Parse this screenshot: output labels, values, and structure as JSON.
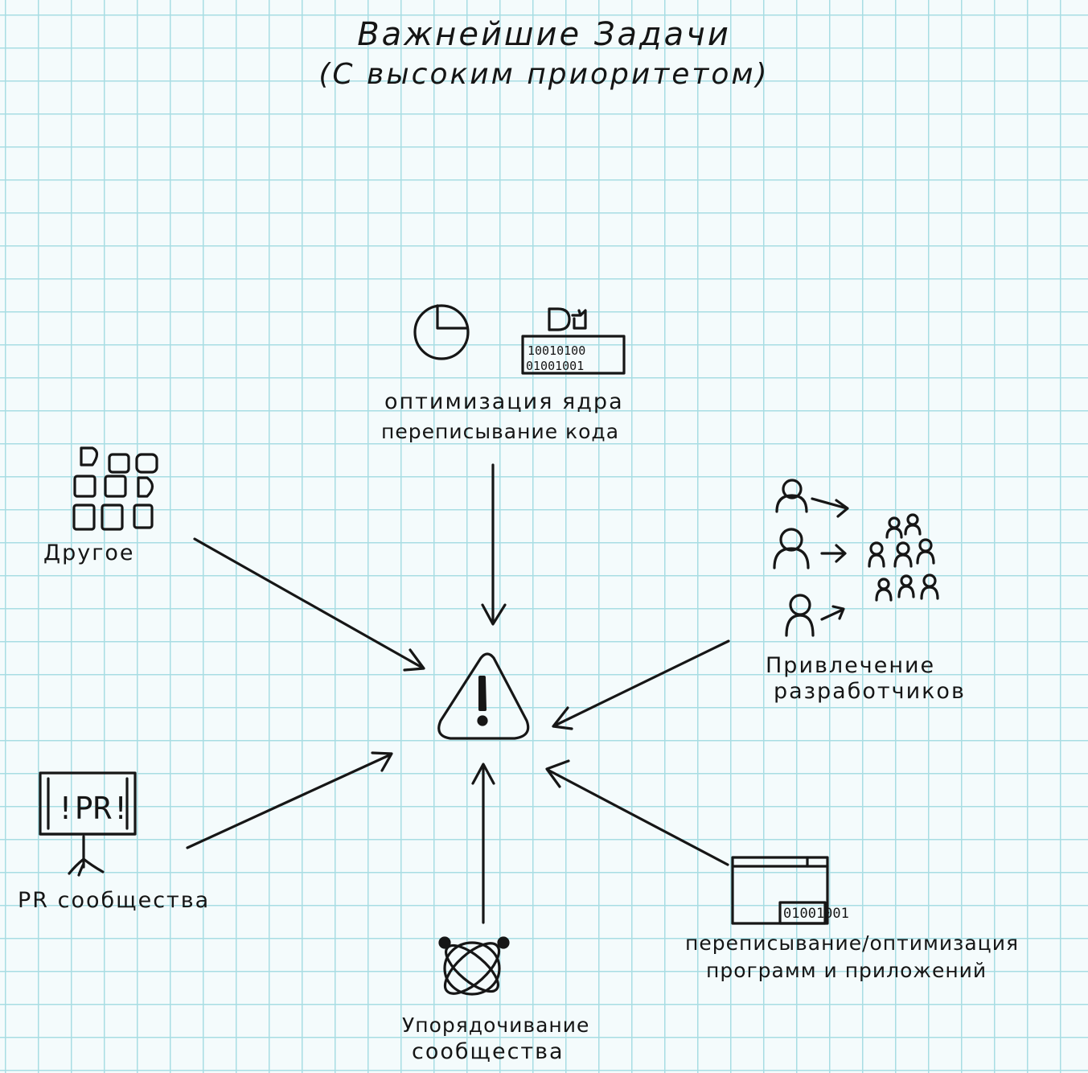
{
  "title": {
    "line1": "Важнейшие Задачи",
    "line2": "(С высоким приоритетом)"
  },
  "center": {
    "icon": "warning-icon"
  },
  "nodes": {
    "core": {
      "label_line1": "оптимизация ядра",
      "label_line2": "переписывание кода",
      "icons": [
        "clock-icon",
        "code-chip-icon"
      ],
      "binary_line1": "10010100",
      "binary_line2": "01001001"
    },
    "other": {
      "label": "Другое",
      "icon": "grid-squares-icon"
    },
    "developers": {
      "label_line1": "Привлечение",
      "label_line2": "разработчиков",
      "icon": "people-icon"
    },
    "pr": {
      "label": "PR сообщества",
      "icon": "billboard-icon",
      "sign_text": "!PR!"
    },
    "community": {
      "label_line1": "Упорядочивание",
      "label_line2": "сообщества",
      "icon": "atom-icon"
    },
    "programs": {
      "label_line1": "переписывание/оптимизация",
      "label_line2": "программ и приложений",
      "icon": "window-icon",
      "binary": "01001001"
    }
  }
}
